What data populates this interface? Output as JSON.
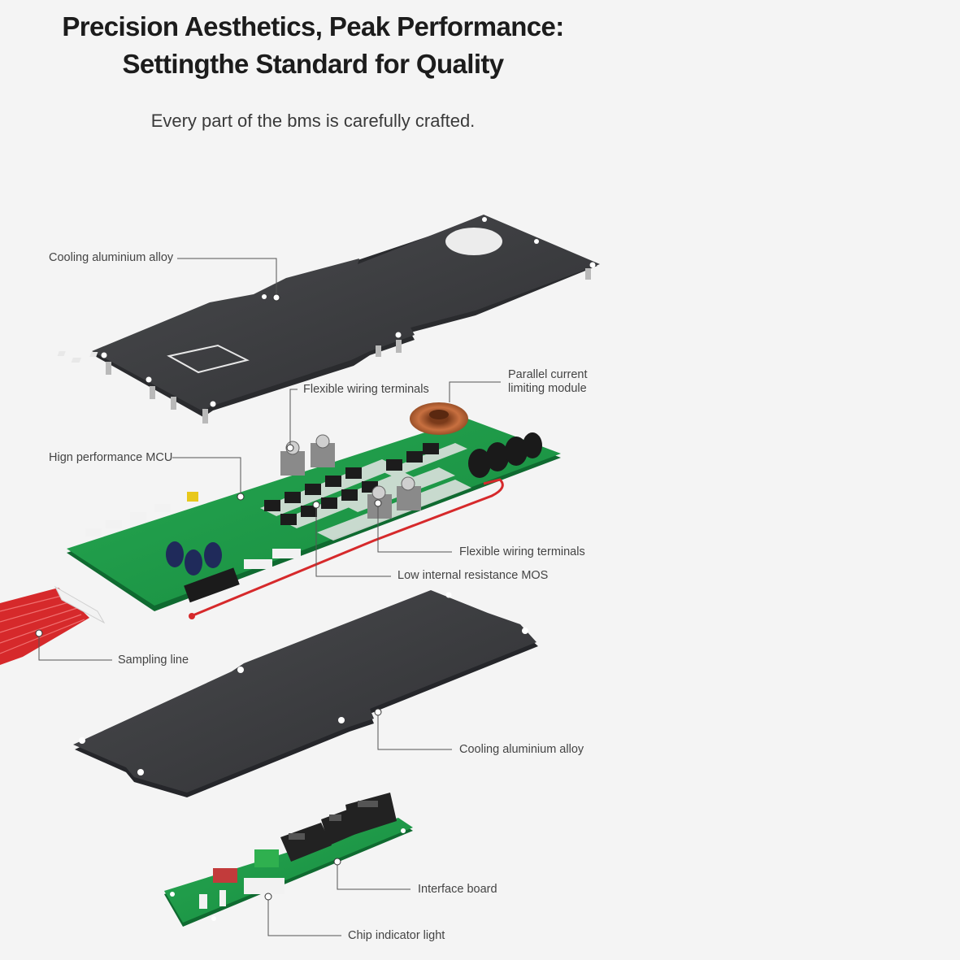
{
  "header": {
    "title_line1": "Precision Aesthetics, Peak Performance:",
    "title_line2": "Settingthe Standard for Quality",
    "subtitle": "Every part of the bms is carefully crafted."
  },
  "labels": {
    "cooling_top": "Cooling aluminium alloy",
    "flex_terminals_top": "Flexible wiring terminals",
    "parallel_line1": "Parallel current",
    "parallel_line2": "limiting module",
    "mcu": "Hign performance MCU",
    "flex_terminals_bottom": "Flexible wiring terminals",
    "low_mos": "Low internal resistance MOS",
    "sampling": "Sampling line",
    "cooling_bottom": "Cooling aluminium alloy",
    "interface": "Interface board",
    "chip_light": "Chip indicator light"
  },
  "colors": {
    "background": "#f4f4f4",
    "plate": "#3b3c3f",
    "pcb": "#1e9a4a",
    "copper": "#c06a3a",
    "cable": "#d6292b",
    "leader": "#555555"
  }
}
